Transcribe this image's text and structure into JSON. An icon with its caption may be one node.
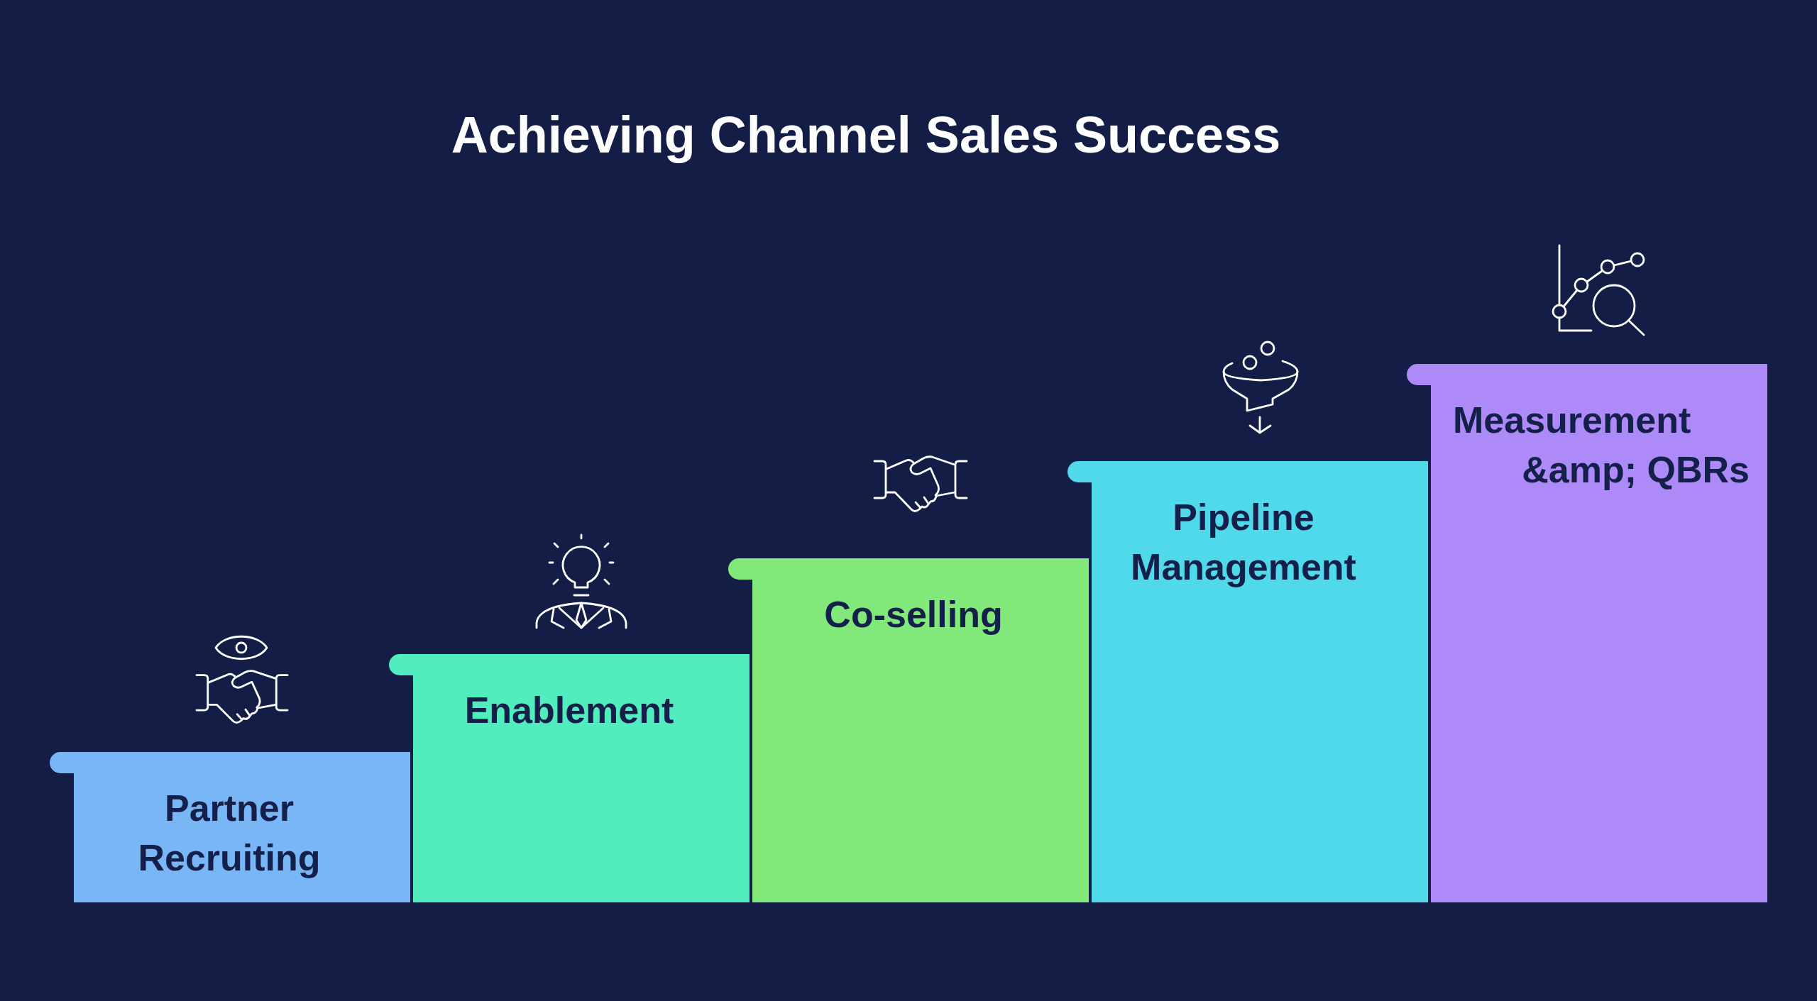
{
  "diagram": {
    "title": "Achieving Channel Sales Success",
    "nodes": [
      {
        "text": [
          "Partner Recruiting"
        ]
      },
      {
        "text": [
          "Enablement"
        ]
      },
      {
        "text": [
          "Co-selling"
        ]
      },
      {
        "text": [
          "Pipeline Management"
        ]
      },
      {
        "text": [
          "Measurement &amp; QBRs"
        ]
      }
    ]
  }
}
